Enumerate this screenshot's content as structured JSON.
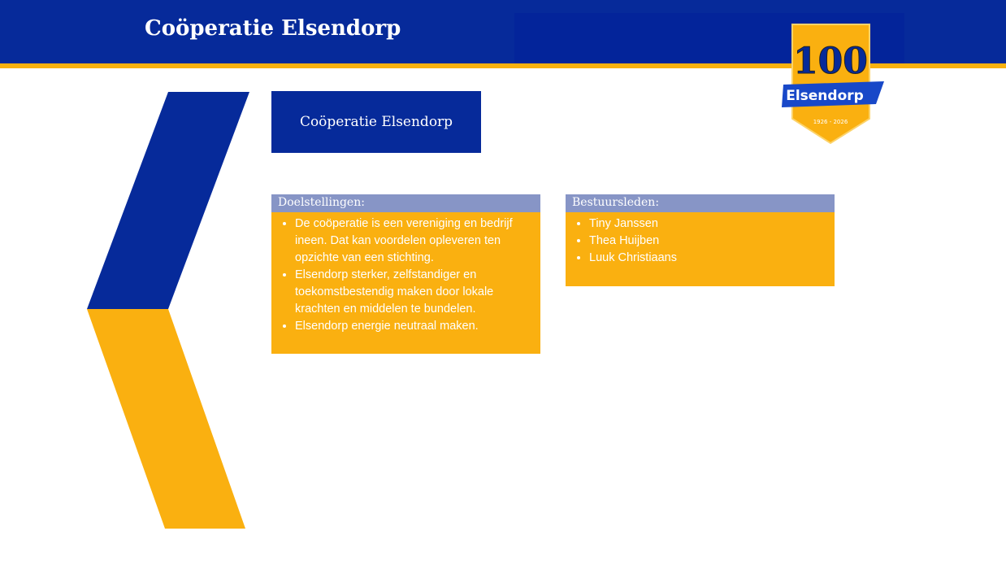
{
  "header": {
    "title": "Coöperatie Elsendorp"
  },
  "title_box": {
    "label": "Coöperatie Elsendorp"
  },
  "logo": {
    "number": "100",
    "name": "Elsendorp",
    "years": "1926 - 2026"
  },
  "doelstellingen": {
    "heading": "Doelstellingen:",
    "items": [
      "De coöperatie is een vereniging en bedrijf ineen. Dat kan voordelen opleveren ten opzichte van een stichting.",
      " Elsendorp sterker, zelfstandiger en toekomstbestendig maken door lokale krachten en middelen te bundelen.",
      "Elsendorp energie neutraal maken."
    ]
  },
  "bestuursleden": {
    "heading": "Bestuursleden:",
    "items": [
      "Tiny Janssen",
      "Thea Huijben",
      "Luuk Christiaans"
    ]
  },
  "colors": {
    "blue": "#062a9a",
    "orange": "#fab010",
    "lilac": "#8795c6"
  }
}
